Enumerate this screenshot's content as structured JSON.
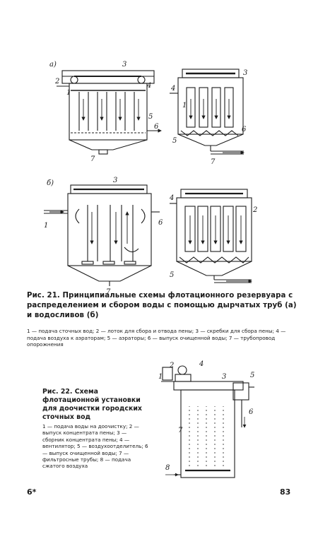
{
  "figure21": {
    "panel_a_label": "а)",
    "panel_b_label": "б)",
    "caption_title": "Рис. 21. Принципиальные схемы флотационного резервуара с распределением и сбором воды с помощью дырчатых труб (а) и водосливов (б)",
    "caption_legend": "1 — подача сточных вод; 2 — лоток для сбора и отвода пены; 3 — скребки для сбора пены; 4 — подача воздуха к аэраторам; 5 — аэраторы; 6 — выпуск очищенной воды; 7 — трубопровод опорожнения",
    "labels_a_left": {
      "n1": "1",
      "n2": "2",
      "n3": "3",
      "n4": "4",
      "n5": "5",
      "n6": "6",
      "n7": "7"
    },
    "labels_a_right": {
      "n1": "1",
      "n3": "3",
      "n4": "4",
      "n5": "5",
      "n6": "6",
      "n7": "7"
    },
    "labels_b_left": {
      "n1": "1",
      "n3": "3",
      "n6": "6",
      "n7": "7"
    },
    "labels_b_right": {
      "n2": "2",
      "n4": "4",
      "n5": "5"
    }
  },
  "figure22": {
    "caption_title": "Рис. 22. Схема флотационной установки для доочистки городских сточных вод",
    "caption_legend": "1 — подача воды на доочистку; 2 — выпуск концентрата пены; 3 — сборник концентрата пены; 4 — вентилятор; 5 — воздухоотделитель; 6 — выпуск очищенной воды; 7 — фильтросные трубы; 8 — подача сжатого воздуха",
    "labels": {
      "n1": "1",
      "n2": "2",
      "n3": "3",
      "n4": "4",
      "n5": "5",
      "n6": "6",
      "n7": "7",
      "n8": "8"
    }
  },
  "footer": {
    "signature_mark": "6*",
    "page_number": "83"
  }
}
